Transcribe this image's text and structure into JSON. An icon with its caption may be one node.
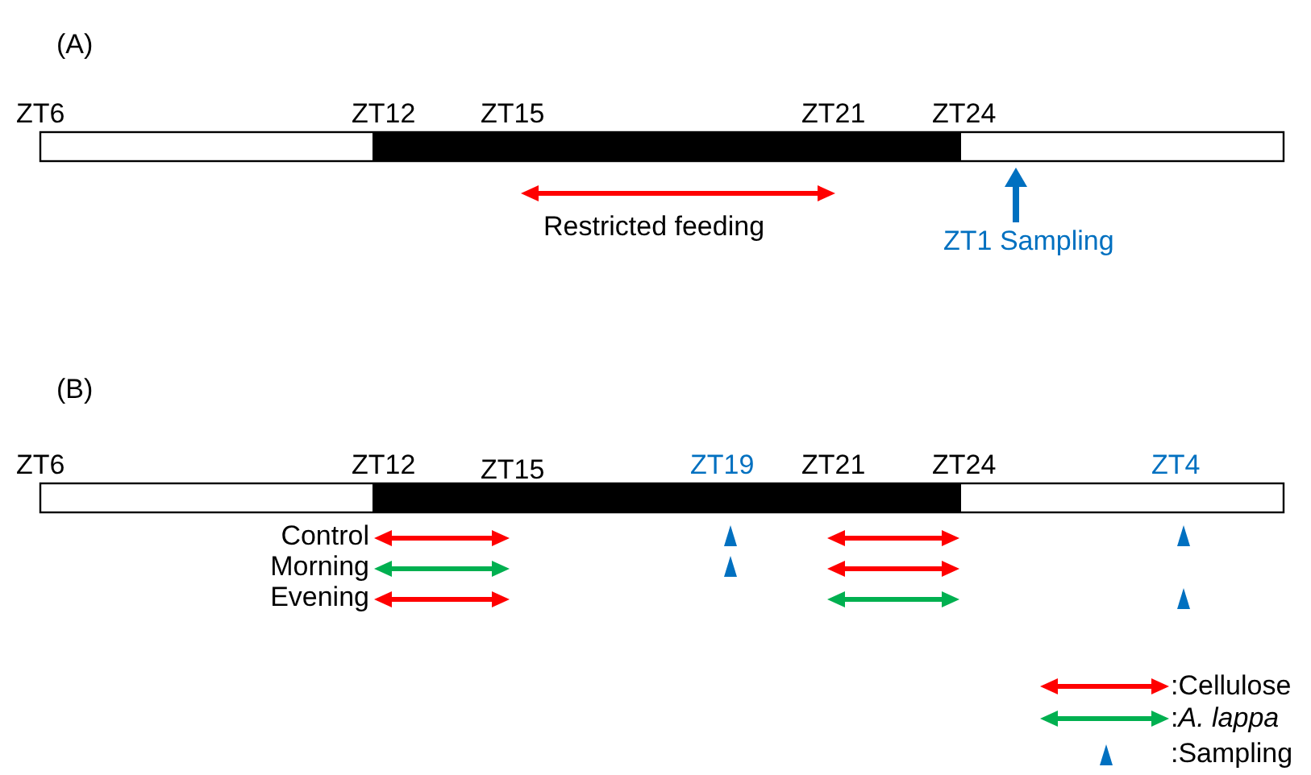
{
  "diagram": {
    "labels": [
      "(A)",
      "ZT6",
      "ZT12",
      "ZT15",
      "ZT21",
      "ZT24",
      "Restricted feeding",
      "ZT1 Sampling",
      "(B)",
      "ZT6",
      "ZT12",
      "ZT15",
      "ZT19",
      "ZT21",
      "ZT24",
      "ZT4",
      "Control",
      "Morning",
      "Evening"
    ],
    "legend": [
      {
        "text": ":Cellulose"
      },
      {
        "text": ":*A. lappa*"
      },
      {
        "text": ":Sampling"
      }
    ]
  }
}
